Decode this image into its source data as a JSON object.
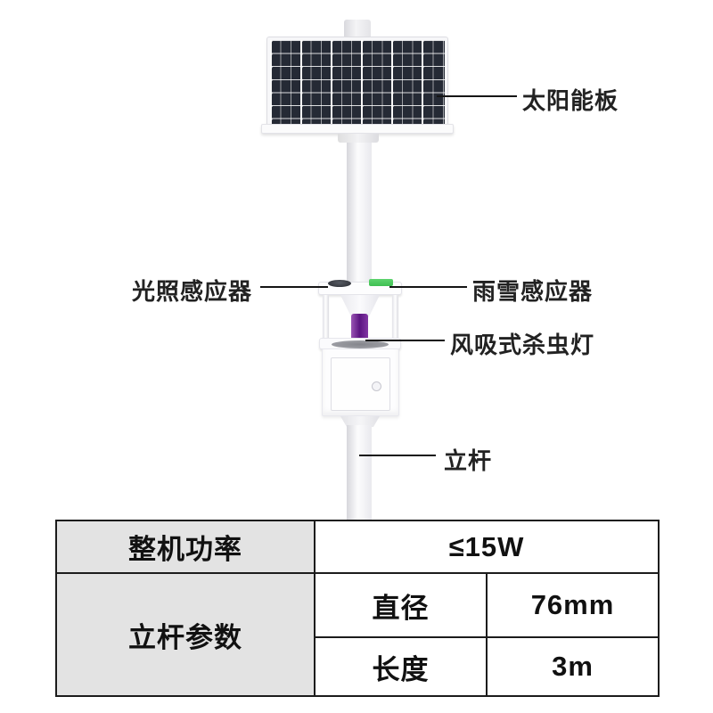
{
  "page": {
    "background": "#ffffff"
  },
  "diagram": {
    "labels": [
      {
        "id": "solar-panel",
        "text": "太阳能板"
      },
      {
        "id": "light-sensor",
        "text": "光照感应器"
      },
      {
        "id": "rain-snow-sensor",
        "text": "雨雪感应器"
      },
      {
        "id": "insect-lamp",
        "text": "风吸式杀虫灯"
      },
      {
        "id": "pole",
        "text": "立杆"
      }
    ],
    "colors": {
      "panel_cell": "#252a35",
      "lamp_purple": "#5c1582",
      "sensor_green": "#3fbf52",
      "sensor_dark": "#33363d",
      "leader_line": "#151515"
    }
  },
  "spec_table": {
    "header_bg": "#e3e3e3",
    "rows": [
      {
        "label": "整机功率",
        "value": "≤15W"
      },
      {
        "label": "立杆参数",
        "params": [
          {
            "name": "直径",
            "value": "76mm"
          },
          {
            "name": "长度",
            "value": "3m"
          }
        ]
      }
    ]
  }
}
